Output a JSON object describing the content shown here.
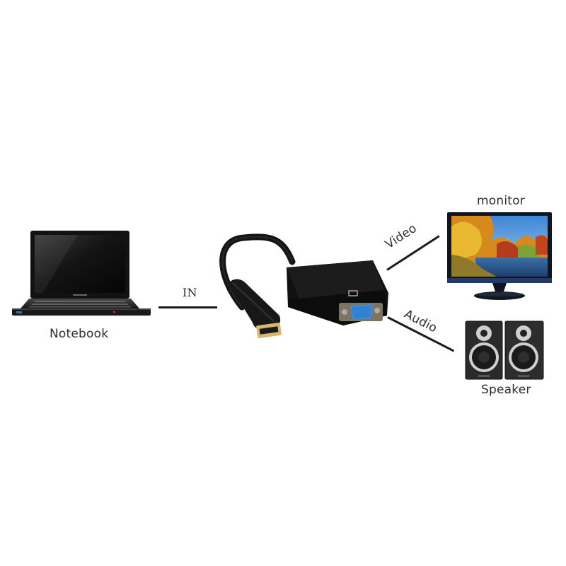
{
  "diagram": {
    "type": "connection-diagram",
    "source": {
      "name": "Notebook",
      "icon": "laptop-icon"
    },
    "adapter": {
      "input_label": "IN",
      "input_connector": "hdmi-plug-icon",
      "output_connector": "vga-port-icon",
      "body_icon": "adapter-box-icon",
      "port_glyph": "monitor-port-glyph"
    },
    "outputs": [
      {
        "name": "monitor",
        "line_label": "Video",
        "icon": "monitor-icon"
      },
      {
        "name": "Speaker",
        "line_label": "Audio",
        "icon": "speaker-icon"
      }
    ],
    "colors": {
      "background": "#ffffff",
      "text": "#2e2e2e",
      "line": "#1e1a18",
      "adapter_body": "#151515",
      "vga_port": "#3a8ee0",
      "hdmi_gold": "#d9b670",
      "laptop_body": "#1a1a1a",
      "monitor_frame": "#0e1420",
      "speaker_body": "#2a2a2a"
    }
  }
}
